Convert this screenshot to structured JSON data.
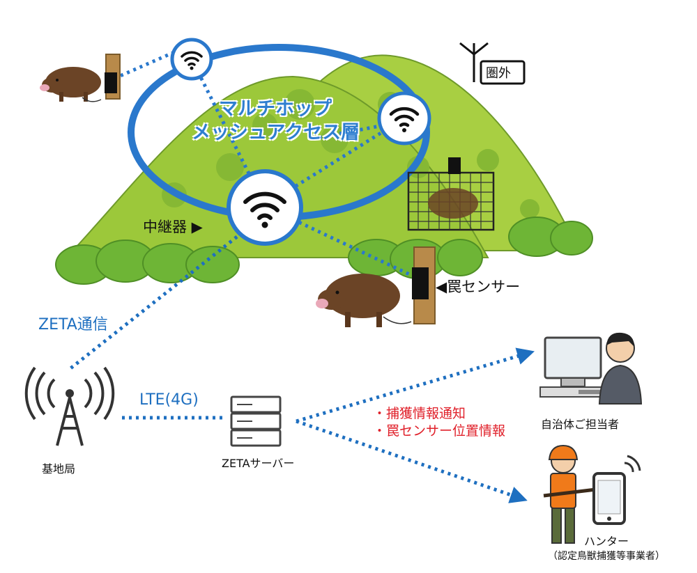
{
  "labels": {
    "mesh_layer_line1": "マルチホップ",
    "mesh_layer_line2": "メッシュアクセス層",
    "out_of_service": "圏外",
    "relay": "中継器 ▶",
    "trap_sensor": "◀罠センサー",
    "zeta_comm": "ZETA通信",
    "lte": "LTE(4G)",
    "base_station": "基地局",
    "zeta_server": "ZETAサーバー",
    "notice_capture": "・捕獲情報通知",
    "notice_location": "・罠センサー位置情報",
    "municipality": "自治体ご担当者",
    "hunter": "ハンター",
    "hunter_sub": "（認定鳥獣捕獲等事業者）"
  },
  "icons": {
    "boar": "wild-boar-icon",
    "wifi": "wifi-icon",
    "antenna": "antenna-icon",
    "server": "server-icon",
    "computer": "computer-icon",
    "smartphone": "smartphone-icon",
    "trap": "cage-trap-icon"
  },
  "colors": {
    "link": "#1e6fc0",
    "mesh_ring": "#2a78cc",
    "hill": "#9cc83a",
    "bush": "#6eb536",
    "notice": "#e0202a",
    "boar": "#6b4426"
  }
}
